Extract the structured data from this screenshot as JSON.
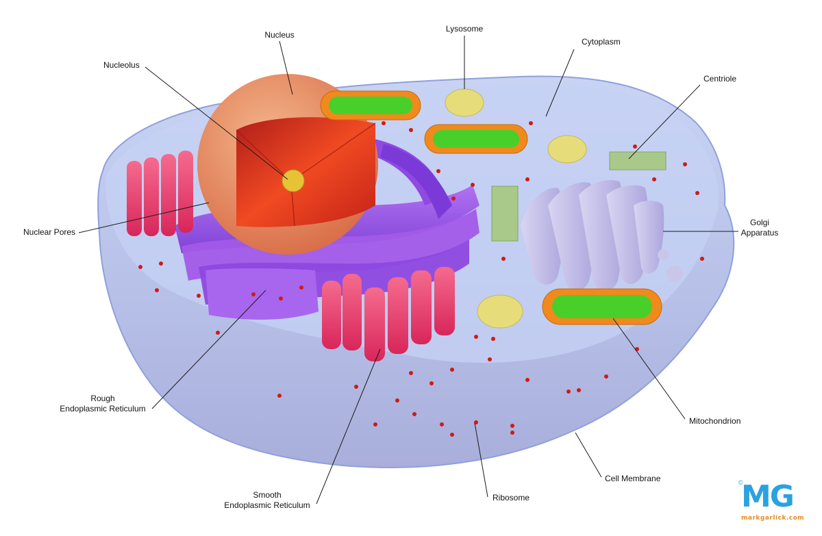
{
  "labels": {
    "nucleus": "Nucleus",
    "lysosome": "Lysosome",
    "cytoplasm": "Cytoplasm",
    "nucleolus": "Nucleolus",
    "centriole": "Centriole",
    "nuclear_pores": "Nuclear Pores",
    "golgi_line1": "Golgi",
    "golgi_line2": "Apparatus",
    "rough_er_line1": "Rough",
    "rough_er_line2": "Endoplasmic Reticulum",
    "mitochondrion": "Mitochondrion",
    "cell_membrane": "Cell Membrane",
    "smooth_er_line1": "Smooth",
    "smooth_er_line2": "Endoplasmic Reticulum",
    "ribosome": "Ribosome"
  },
  "logo": {
    "mark": "MG",
    "url": "markgarlick.com",
    "copyright": "©"
  },
  "colors": {
    "cytoplasm": "#b9c6ec",
    "membrane": "#9aa3d6",
    "nucleus_shell": "#e9936a",
    "nucleus_core": "#e8321d",
    "nucleolus": "#e6c335",
    "rough_er": "#9a4fe6",
    "smooth_er": "#ee3f74",
    "golgi": "#c9c4ea",
    "mitochondrion_outer": "#f08a1c",
    "mitochondrion_inner": "#49cf2a",
    "lysosome": "#e6dc7a",
    "centriole": "#a9c98a",
    "ribosome": "#d01a14",
    "logo_blue": "#2aa2e0",
    "logo_orange": "#e58a1f"
  }
}
